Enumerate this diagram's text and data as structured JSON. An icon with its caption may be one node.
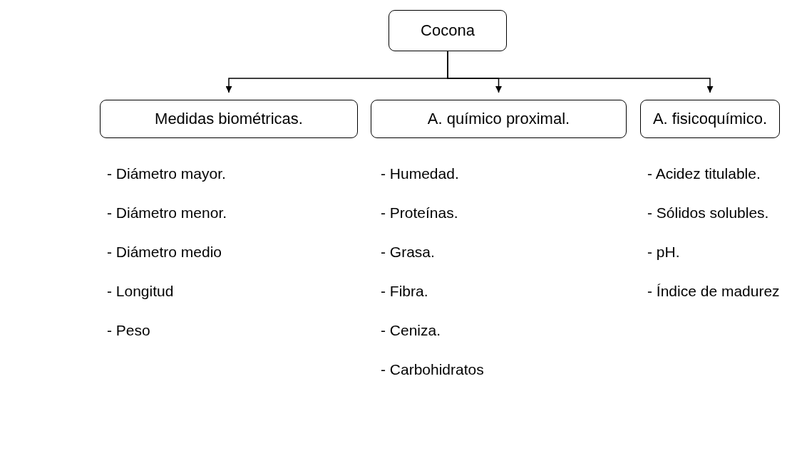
{
  "diagram": {
    "nodes": [
      {
        "text": [
          "Cocona"
        ]
      },
      {
        "text": [
          "Medidas biométricas."
        ],
        "beside": [
          "- Diámetro mayor.",
          "- Diámetro menor.",
          "- Diámetro medio",
          "- Longitud",
          "- Peso"
        ]
      },
      {
        "text": [
          "A. químico proximal."
        ],
        "beside": [
          "- Humedad.",
          "- Proteínas.",
          "- Grasa.",
          "- Fibra.",
          "- Ceniza.",
          "- Carbohidratos"
        ]
      },
      {
        "text": [
          "A. fisicoquímico."
        ],
        "beside": [
          "- Acidez titulable.",
          "- Sólidos solubles.",
          "- pH.",
          "- Índice de madurez"
        ]
      }
    ],
    "edges": [
      {
        "from": 0,
        "to": 1,
        "arrow": "to"
      },
      {
        "from": 0,
        "to": 2,
        "arrow": "to"
      },
      {
        "from": 0,
        "to": 3,
        "arrow": "to"
      }
    ]
  }
}
